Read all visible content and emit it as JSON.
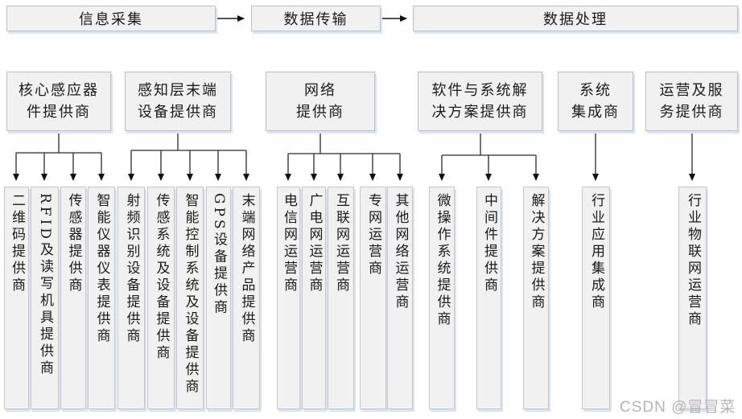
{
  "flow": {
    "steps": [
      {
        "label": "信息采集"
      },
      {
        "label": "数据传输"
      },
      {
        "label": "数据处理"
      }
    ]
  },
  "groups": [
    {
      "label": "核心感应器\n件提供商",
      "children": [
        "二维码提供商",
        "RFID及读写机具提供商",
        "传感器提供商",
        "智能仪器仪表提供商"
      ]
    },
    {
      "label": "感知层末端\n设备提供商",
      "children": [
        "射频识别设备提供商",
        "传感系统及设备提供商",
        "智能控制系统及设备提供商",
        "GPS设备提供商",
        "末端网络产品提供商"
      ]
    },
    {
      "label": "网络\n提供商",
      "children": [
        "电信网运营商",
        "广电网运营商",
        "互联网运营商",
        "专网运营商",
        "其他网络运营商"
      ]
    },
    {
      "label": "软件与系统解\n决方案提供商",
      "children": [
        "微操作系统提供商",
        "中间件提供商",
        "解决方案提供商"
      ]
    },
    {
      "label": "系统\n集成商",
      "children": [
        "行业应用集成商"
      ]
    },
    {
      "label": "运营及服\n务提供商",
      "children": [
        "行业物联网运营商"
      ]
    }
  ],
  "watermark": "CSDN @冒冒菜菜",
  "colors": {
    "box_fill": "#f1f1f1",
    "box_border": "#bfbfbf",
    "box_shadow": "#d9e5f2",
    "connector_line": "#2a2a2a",
    "arrowhead": "#111111",
    "text": "#1a1a1a",
    "watermark_text": "#b5b5b5"
  }
}
